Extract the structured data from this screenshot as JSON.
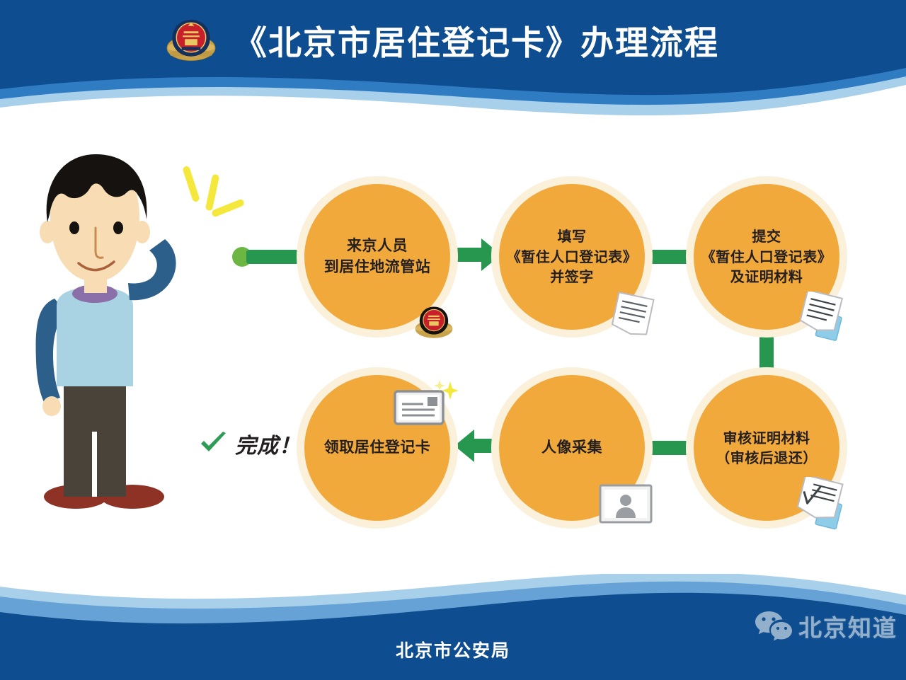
{
  "header": {
    "title": "《北京市居住登记卡》办理流程",
    "emblem_icon": "police-badge-icon"
  },
  "footer": {
    "organization": "北京市公安局",
    "watermark_text": "北京知道",
    "watermark_icon": "wechat-icon"
  },
  "illustration": {
    "character_alt": "confused-man-illustration",
    "spark_icon": "motion-lines-icon"
  },
  "flow": {
    "start_marker": "start-dot",
    "finish": {
      "label": "完成！",
      "icon": "green-check-icon"
    },
    "steps": [
      {
        "id": 1,
        "text": "来京人员\n到居住地流管站",
        "icon": "police-badge-icon"
      },
      {
        "id": 2,
        "text": "填写\n《暂住人口登记表》\n并签字",
        "icon": "lined-paper-icon"
      },
      {
        "id": 3,
        "text": "提交\n《暂住人口登记表》\n及证明材料",
        "icon": "documents-icon"
      },
      {
        "id": 4,
        "text": "审核证明材料\n（审核后退还）",
        "icon": "checked-documents-icon"
      },
      {
        "id": 5,
        "text": "人像采集",
        "icon": "portrait-photo-icon"
      },
      {
        "id": 6,
        "text": "领取居住登记卡",
        "icon": "id-card-icon"
      }
    ],
    "connectors": [
      {
        "from": "start",
        "to": 1,
        "type": "bar-right"
      },
      {
        "from": 1,
        "to": 2,
        "type": "arrow-right"
      },
      {
        "from": 2,
        "to": 3,
        "type": "bar-right"
      },
      {
        "from": 3,
        "to": 4,
        "type": "bar-down"
      },
      {
        "from": 4,
        "to": 5,
        "type": "bar-left"
      },
      {
        "from": 5,
        "to": 6,
        "type": "arrow-left"
      }
    ]
  },
  "colors": {
    "header_blue_dark": "#0e4d8f",
    "header_blue_mid": "#2f7cc2",
    "header_blue_light": "#a8d0ea",
    "node_orange": "#f2a93b",
    "node_ring": "#fbf0da",
    "connector_green": "#27974f",
    "start_dot_green": "#6cb643",
    "spark_yellow": "#f4e83c",
    "text_dark": "#231f20"
  }
}
